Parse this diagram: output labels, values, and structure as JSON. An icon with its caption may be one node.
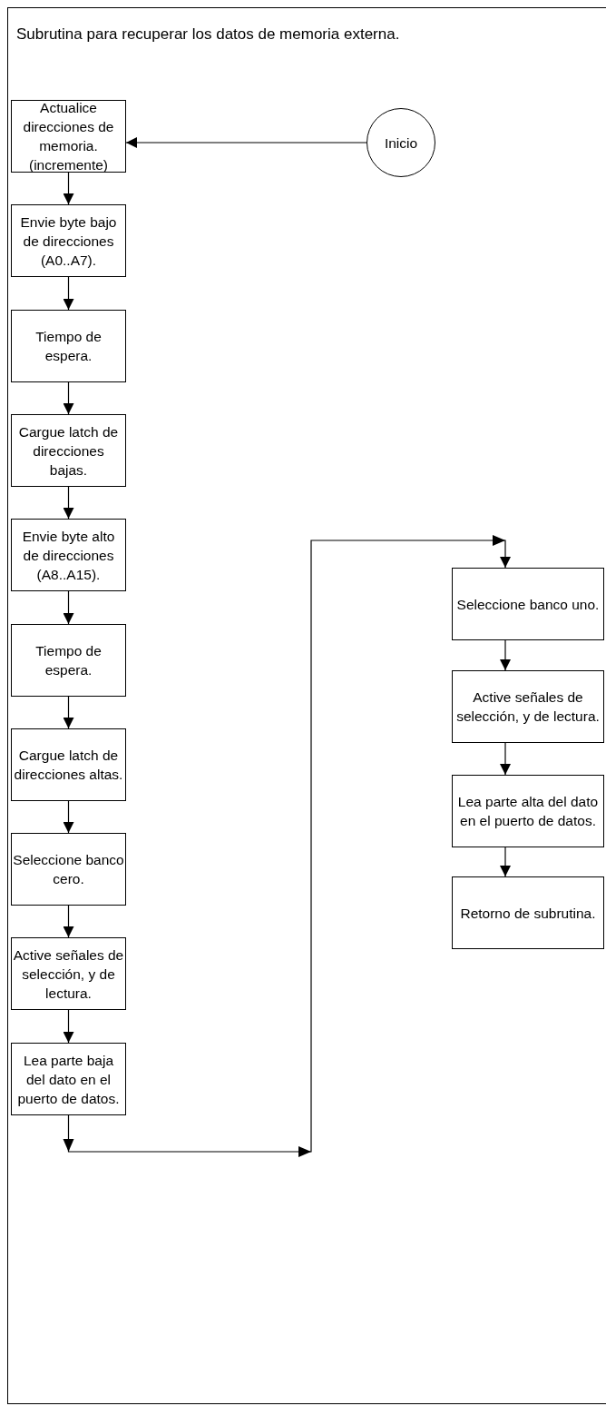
{
  "diagram": {
    "title": "Subrutina para recuperar los datos de memoria externa.",
    "nodes": [
      {
        "text": [
          "Actualice direcciones de memoria. (incremente)"
        ]
      },
      {
        "text": [
          "Inicio"
        ]
      },
      {
        "text": [
          "Envie byte bajo de direcciones (A0..A7)."
        ]
      },
      {
        "text": [
          "Tiempo de espera."
        ]
      },
      {
        "text": [
          "Cargue latch de direcciones bajas."
        ]
      },
      {
        "text": [
          "Envie byte alto de direcciones (A8..A15)."
        ]
      },
      {
        "text": [
          "Tiempo de espera."
        ]
      },
      {
        "text": [
          "Cargue latch de direcciones altas."
        ]
      },
      {
        "text": [
          "Seleccione banco cero."
        ]
      },
      {
        "text": [
          "Active señales de selección, y de lectura."
        ]
      },
      {
        "text": [
          "Lea parte baja del dato en el puerto de datos."
        ]
      },
      {
        "text": [
          "Seleccione banco uno."
        ]
      },
      {
        "text": [
          "Active señales de selección, y de lectura."
        ]
      },
      {
        "text": [
          "Lea parte alta del dato en el puerto de datos."
        ]
      },
      {
        "text": [
          "Retorno de subrutina."
        ]
      }
    ],
    "edges": [
      {
        "from": 1,
        "to": 0,
        "arrow": "to"
      },
      {
        "from": 0,
        "to": 2,
        "arrow": "to"
      },
      {
        "from": 2,
        "to": 3,
        "arrow": "to"
      },
      {
        "from": 3,
        "to": 4,
        "arrow": "to"
      },
      {
        "from": 4,
        "to": 5,
        "arrow": "to"
      },
      {
        "from": 5,
        "to": 6,
        "arrow": "to"
      },
      {
        "from": 6,
        "to": 7,
        "arrow": "to"
      },
      {
        "from": 7,
        "to": 8,
        "arrow": "to"
      },
      {
        "from": 8,
        "to": 9,
        "arrow": "to"
      },
      {
        "from": 9,
        "to": 10,
        "arrow": "to"
      },
      {
        "from": 10,
        "to": 11,
        "arrow": "to"
      },
      {
        "from": 11,
        "to": 12,
        "arrow": "to"
      },
      {
        "from": 12,
        "to": 13,
        "arrow": "to"
      },
      {
        "from": 13,
        "to": 14,
        "arrow": "to"
      }
    ]
  }
}
